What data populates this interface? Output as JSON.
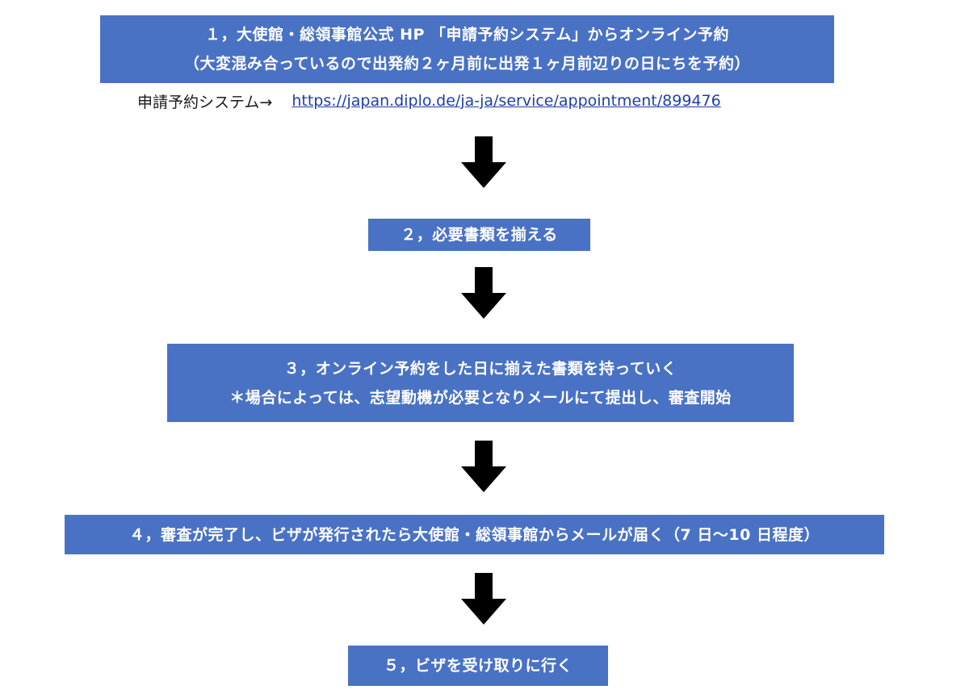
{
  "steps": [
    {
      "lines": [
        "１，大使館・総領事館公式 HP 「申請予約システム」からオンライン予約",
        "（大変混み合っているので出発約２ヶ月前に出発１ヶ月前辺りの日にちを予約）"
      ]
    },
    {
      "lines": [
        "２，必要書類を揃える"
      ]
    },
    {
      "lines": [
        "３，オンライン予約をした日に揃えた書類を持っていく",
        "＊場合によっては、志望動機が必要となりメールにて提出し、審査開始"
      ]
    },
    {
      "lines": [
        "４，審査が完了し、ビザが発行されたら大使館・総領事館からメールが届く（7 日〜10 日程度）"
      ]
    },
    {
      "lines": [
        "５，ビザを受け取りに行く"
      ]
    }
  ],
  "reservation_link": {
    "label": "申請予約システム→",
    "url": "https://japan.diplo.de/ja-ja/service/appointment/899476"
  },
  "colors": {
    "box_fill": "#4a72c4",
    "box_text": "#ffffff",
    "arrow": "#000000",
    "link": "#1f3fa8"
  },
  "icons": {
    "arrow": "arrow-down-icon"
  }
}
